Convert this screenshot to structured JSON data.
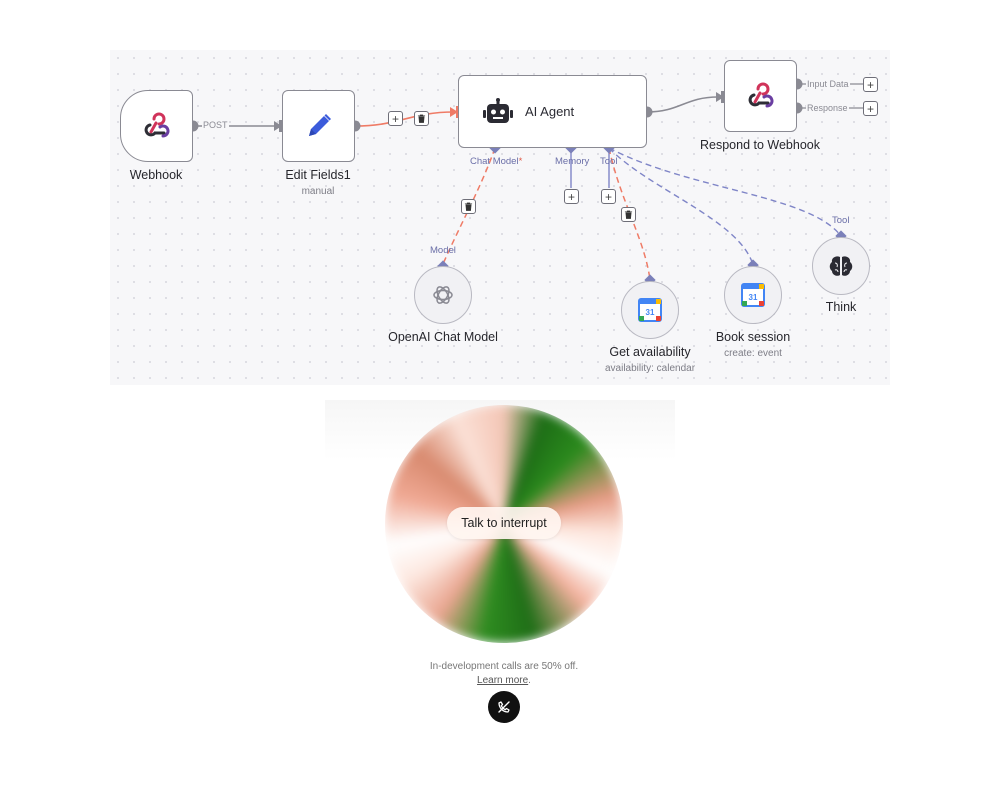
{
  "workflow": {
    "nodes": {
      "webhook": {
        "label": "Webhook"
      },
      "edit_fields": {
        "label": "Edit Fields1",
        "sub": "manual"
      },
      "ai_agent": {
        "label": "AI Agent"
      },
      "respond": {
        "label": "Respond to Webhook"
      },
      "openai": {
        "label": "OpenAI Chat Model"
      },
      "get_availability": {
        "label": "Get availability",
        "sub": "availability: calendar"
      },
      "book_session": {
        "label": "Book session",
        "sub": "create: event"
      },
      "think": {
        "label": "Think"
      }
    },
    "edges": {
      "post_label": "POST"
    },
    "ports": {
      "chat_model": "Chat Model",
      "chat_model_required": "*",
      "memory": "Memory",
      "tool": "Tool",
      "model": "Model",
      "think_tool": "Tool",
      "input_data": "Input Data",
      "response": "Response"
    },
    "calendar_day": "31"
  },
  "voice": {
    "interrupt_label": "Talk to interrupt",
    "note_text": "In-development calls are 50% off.",
    "learn_more": "Learn more",
    "note_period": "."
  },
  "colors": {
    "active_edge": "#ef7b66",
    "tool_edge": "#7f85c7",
    "port": "#7b80b9"
  }
}
